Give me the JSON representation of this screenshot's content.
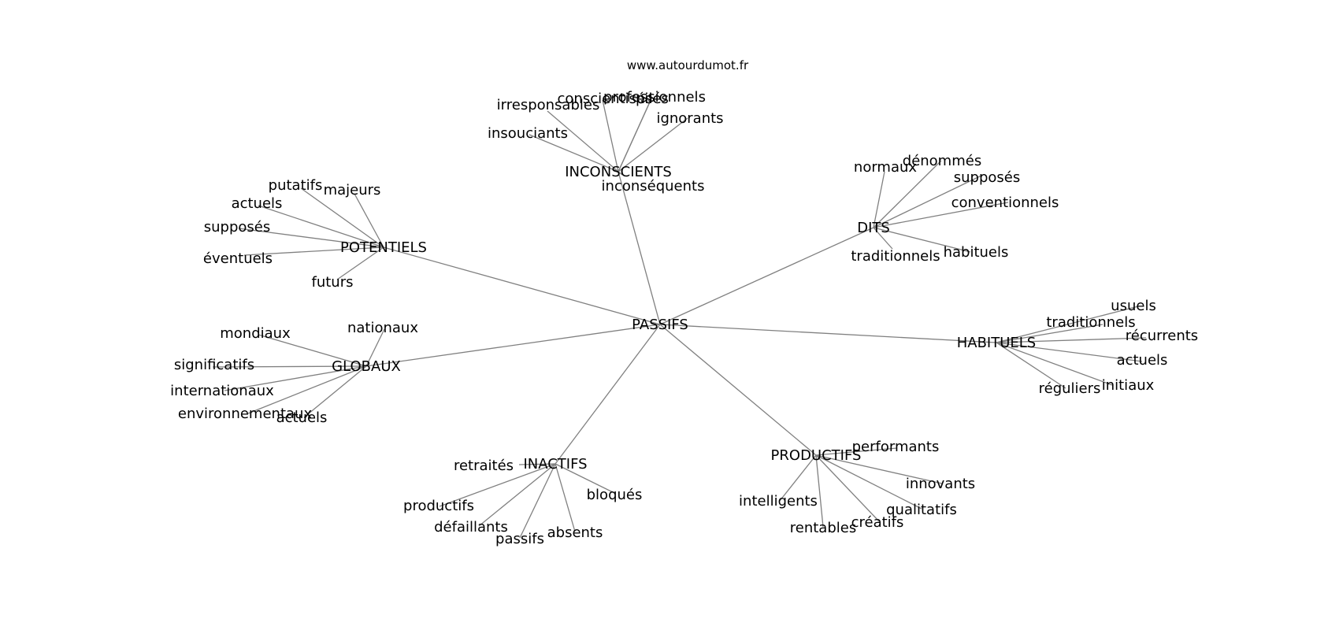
{
  "watermark": "www.autourdumot.fr",
  "colors": {
    "edge": "#808080",
    "text": "#000000",
    "background": "#ffffff"
  },
  "root": "PASSIFS",
  "groups": [
    {
      "hub": "INCONSCIENTS",
      "words": [
        "irresponsables",
        "conscientisés",
        "professionnels",
        "pilés",
        "ignorants",
        "insouciants",
        "inconséquents"
      ]
    },
    {
      "hub": "POTENTIELS",
      "words": [
        "putatifs",
        "majeurs",
        "actuels",
        "supposés",
        "éventuels",
        "futurs"
      ]
    },
    {
      "hub": "DITS",
      "words": [
        "normaux",
        "dénommés",
        "supposés",
        "conventionnels",
        "habituels",
        "traditionnels"
      ]
    },
    {
      "hub": "HABITUELS",
      "words": [
        "usuels",
        "traditionnels",
        "récurrents",
        "actuels",
        "initiaux",
        "réguliers"
      ]
    },
    {
      "hub": "GLOBAUX",
      "words": [
        "mondiaux",
        "nationaux",
        "significatifs",
        "internationaux",
        "environnementaux",
        "actuels"
      ]
    },
    {
      "hub": "INACTIFS",
      "words": [
        "retraités",
        "bloqués",
        "productifs",
        "défaillants",
        "passifs",
        "absents"
      ]
    },
    {
      "hub": "PRODUCTIFS",
      "words": [
        "performants",
        "innovants",
        "qualitatifs",
        "créatifs",
        "rentables",
        "intelligents"
      ]
    }
  ]
}
